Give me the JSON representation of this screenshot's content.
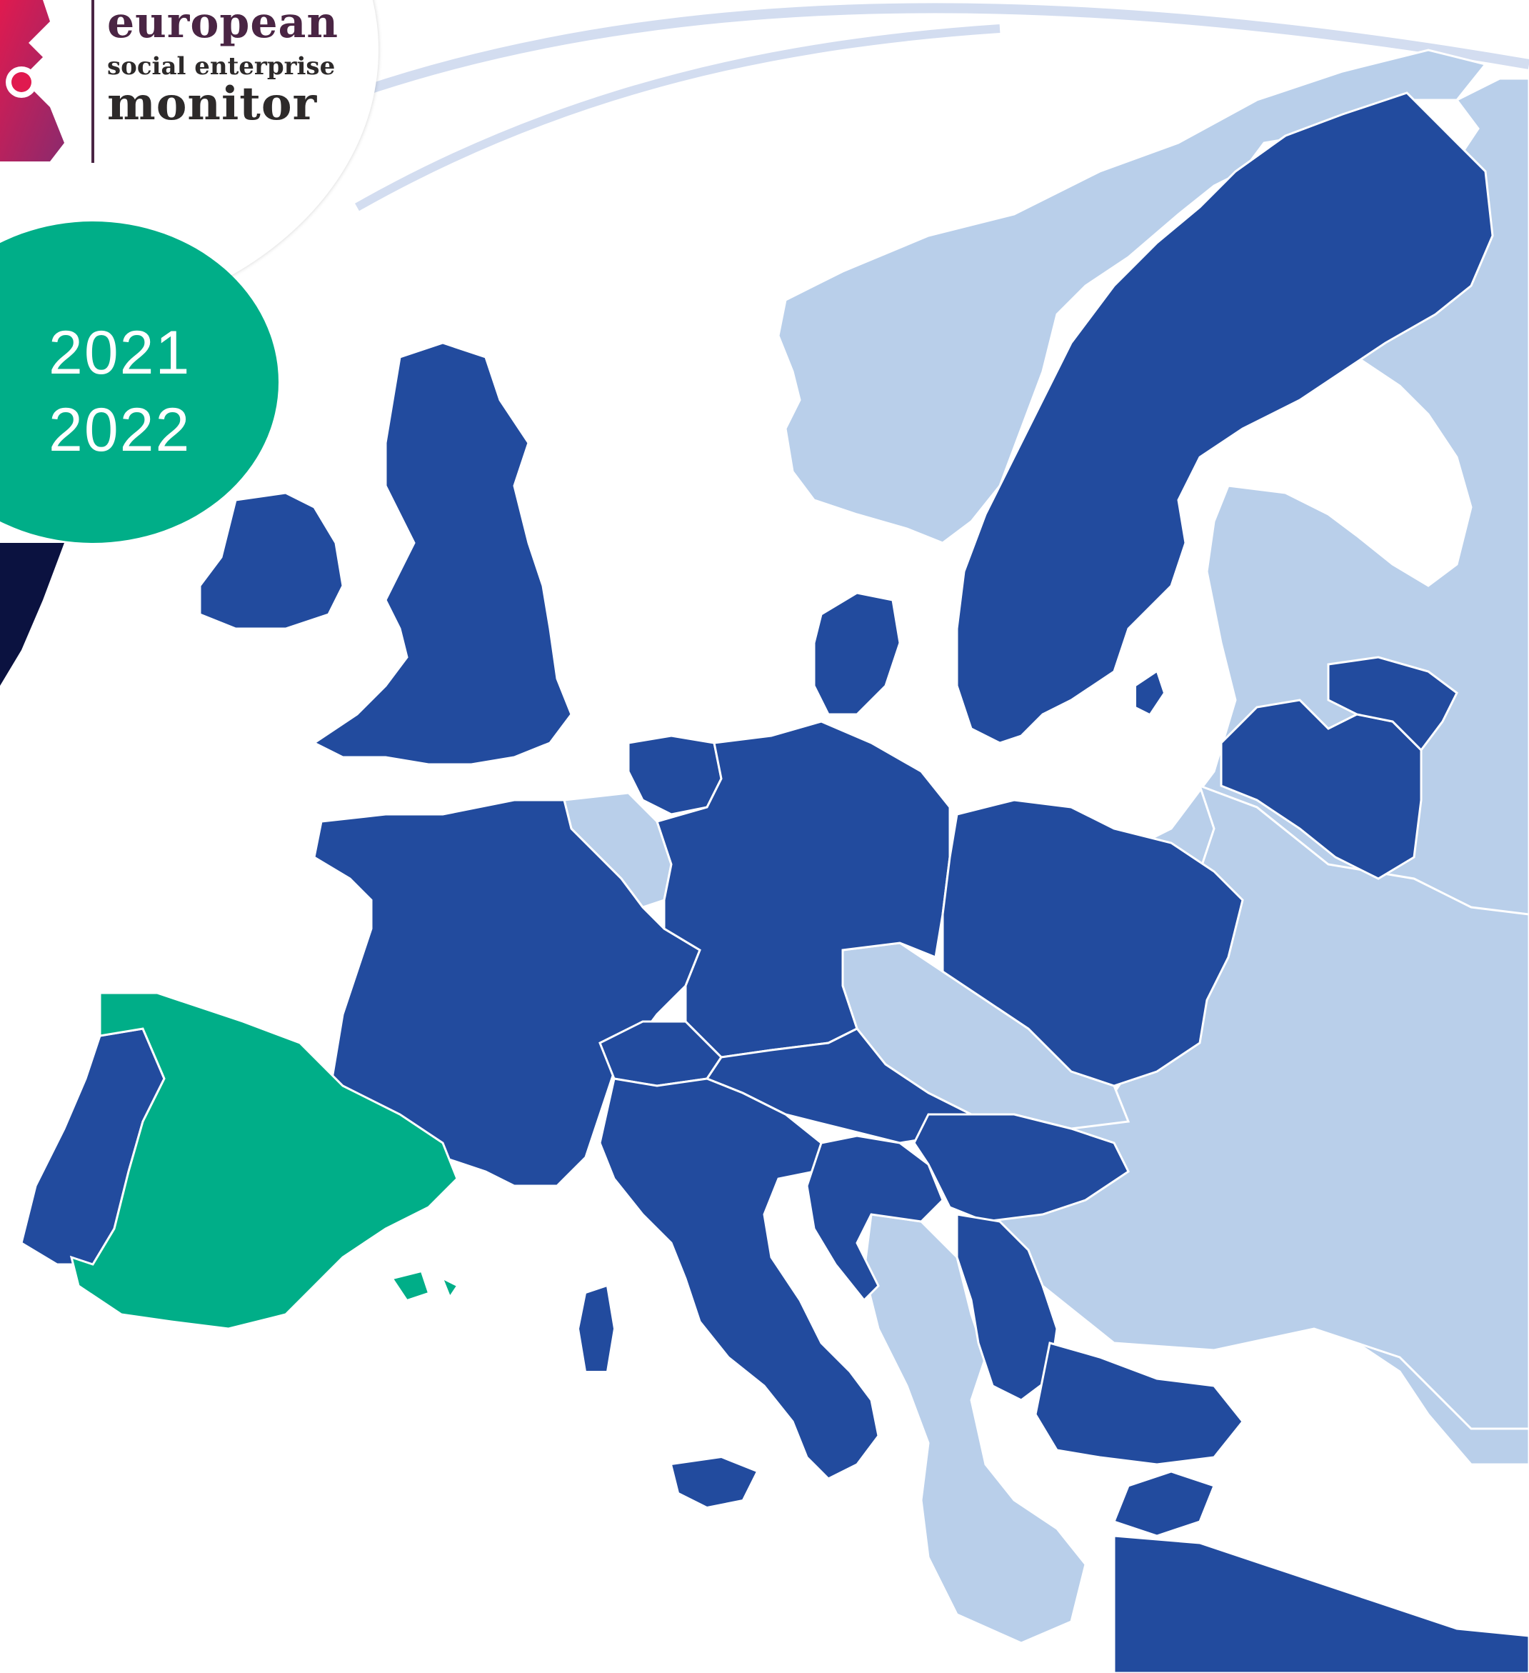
{
  "logo": {
    "line1": "european",
    "line2": "social enterprise",
    "line3": "monitor"
  },
  "years": {
    "first": "2021",
    "second": "2022"
  },
  "colors": {
    "included_country": "#224b9e",
    "other_country": "#b9cfea",
    "highlight_country": "#00ae88",
    "sea": "#ffffff",
    "border": "#ffffff",
    "logo_brand": "#4a2544",
    "logo_gradient_start": "#e01a4f",
    "logo_gradient_end": "#8b2a6d",
    "orbit_line": "#d3ddf0",
    "dark_band": "#0b1240"
  },
  "legend_semantics": {
    "highlighted": "Spain",
    "included": [
      "Ireland",
      "United Kingdom",
      "Portugal",
      "France",
      "Netherlands",
      "Denmark",
      "Germany",
      "Sweden",
      "Poland",
      "Latvia",
      "Estonia",
      "Switzerland",
      "Austria",
      "Italy",
      "Slovenia",
      "Croatia",
      "Hungary",
      "Serbia",
      "Bulgaria",
      "Turkey"
    ]
  }
}
